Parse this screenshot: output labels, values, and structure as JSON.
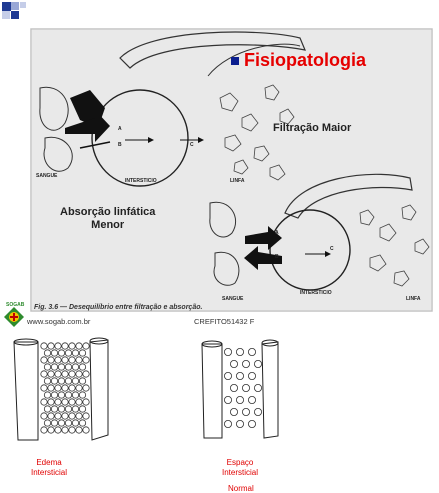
{
  "slide": {
    "title": "Fisiopatologia",
    "filtration_label": "Filtração Maior",
    "absorption_label_line1": "Absorção linfática",
    "absorption_label_line2": "Menor",
    "figure_caption": "Fig. 3.6 — Desequilíbrio entre filtração e absorção.",
    "figure_labels": {
      "sangue": "SANGUE",
      "intersticio": "INTERSTICIO",
      "linfa": "LINFA",
      "a": "A",
      "b": "B",
      "c": "C"
    },
    "footer": {
      "logo_text": "SOGAB",
      "website": "www.sogab.com.br",
      "crefito": "CREFITO51432 F"
    },
    "bottom": {
      "left_label_line1": "Edema",
      "left_label_line2": "Intersticial",
      "right_label_line1": "Espaço",
      "right_label_line2": "Intersticial",
      "right_label_line3": "Normal"
    }
  },
  "colors": {
    "title_red": "#e60000",
    "bullet_blue": "#0b1e8f",
    "deco_square_blue": "#1f3a93",
    "caption_red": "#e00000"
  }
}
